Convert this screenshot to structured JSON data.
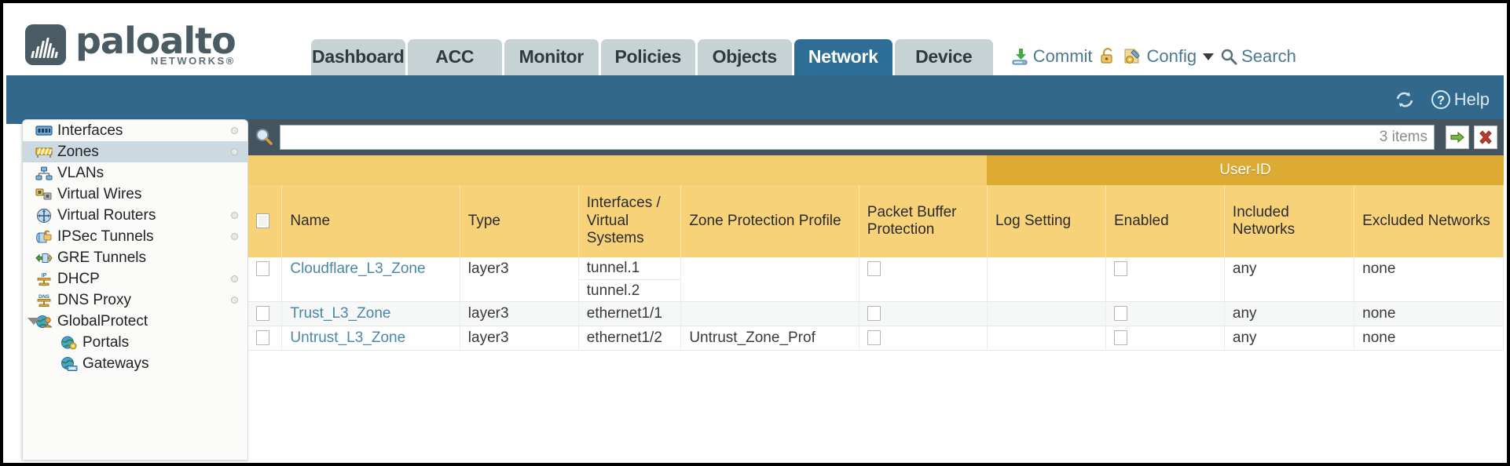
{
  "brand": {
    "name": "paloalto",
    "tagline": "NETWORKS",
    "trademark": "®"
  },
  "tabs": [
    {
      "label": "Dashboard",
      "active": false
    },
    {
      "label": "ACC",
      "active": false
    },
    {
      "label": "Monitor",
      "active": false
    },
    {
      "label": "Policies",
      "active": false
    },
    {
      "label": "Objects",
      "active": false
    },
    {
      "label": "Network",
      "active": true
    },
    {
      "label": "Device",
      "active": false
    }
  ],
  "top_actions": {
    "commit": "Commit",
    "lock": "",
    "config": "Config",
    "search": "Search"
  },
  "blueband": {
    "refresh": "",
    "help": "Help"
  },
  "sidebar": {
    "items": [
      {
        "label": "Interfaces",
        "icon": "interfaces-icon",
        "selected": false,
        "dot": true,
        "child": false,
        "twisty": false
      },
      {
        "label": "Zones",
        "icon": "zones-icon",
        "selected": true,
        "dot": true,
        "child": false,
        "twisty": false
      },
      {
        "label": "VLANs",
        "icon": "vlans-icon",
        "selected": false,
        "dot": false,
        "child": false,
        "twisty": false
      },
      {
        "label": "Virtual Wires",
        "icon": "virtual-wires-icon",
        "selected": false,
        "dot": false,
        "child": false,
        "twisty": false
      },
      {
        "label": "Virtual Routers",
        "icon": "virtual-routers-icon",
        "selected": false,
        "dot": true,
        "child": false,
        "twisty": false
      },
      {
        "label": "IPSec Tunnels",
        "icon": "ipsec-tunnels-icon",
        "selected": false,
        "dot": true,
        "child": false,
        "twisty": false
      },
      {
        "label": "GRE Tunnels",
        "icon": "gre-tunnels-icon",
        "selected": false,
        "dot": false,
        "child": false,
        "twisty": false
      },
      {
        "label": "DHCP",
        "icon": "dhcp-icon",
        "selected": false,
        "dot": true,
        "child": false,
        "twisty": false
      },
      {
        "label": "DNS Proxy",
        "icon": "dns-proxy-icon",
        "selected": false,
        "dot": true,
        "child": false,
        "twisty": false
      },
      {
        "label": "GlobalProtect",
        "icon": "globalprotect-icon",
        "selected": false,
        "dot": false,
        "child": false,
        "twisty": true
      },
      {
        "label": "Portals",
        "icon": "portals-icon",
        "selected": false,
        "dot": false,
        "child": true,
        "twisty": false
      },
      {
        "label": "Gateways",
        "icon": "gateways-icon",
        "selected": false,
        "dot": false,
        "child": true,
        "twisty": false
      }
    ]
  },
  "search": {
    "value": "",
    "placeholder": "",
    "item_count": "3 items"
  },
  "table": {
    "group_header": "User-ID",
    "columns": [
      "Name",
      "Type",
      "Interfaces / Virtual Systems",
      "Zone Protection Profile",
      "Packet Buffer Protection",
      "Log Setting",
      "Enabled",
      "Included Networks",
      "Excluded Networks"
    ],
    "rows": [
      {
        "selected": false,
        "name": "Cloudflare_L3_Zone",
        "type": "layer3",
        "interfaces": [
          "tunnel.1",
          "tunnel.2"
        ],
        "zone_protection_profile": "",
        "packet_buffer_protection": false,
        "log_setting": "",
        "user_id_enabled": false,
        "included_networks": "any",
        "excluded_networks": "none"
      },
      {
        "selected": false,
        "name": "Trust_L3_Zone",
        "type": "layer3",
        "interfaces": [
          "ethernet1/1"
        ],
        "zone_protection_profile": "",
        "packet_buffer_protection": false,
        "log_setting": "",
        "user_id_enabled": false,
        "included_networks": "any",
        "excluded_networks": "none"
      },
      {
        "selected": false,
        "name": "Untrust_L3_Zone",
        "type": "layer3",
        "interfaces": [
          "ethernet1/2"
        ],
        "zone_protection_profile": "Untrust_Zone_Prof",
        "packet_buffer_protection": false,
        "log_setting": "",
        "user_id_enabled": false,
        "included_networks": "any",
        "excluded_networks": "none"
      }
    ]
  },
  "colors": {
    "brand_slate": "#4a5b63",
    "tab_inactive": "#c7d2d4",
    "tab_active": "#2e6e96",
    "band_blue": "#31688c",
    "header_gold": "#f7d279",
    "group_gold": "#ddab32",
    "link_teal": "#4a87a8",
    "search_bg": "#44555f"
  }
}
